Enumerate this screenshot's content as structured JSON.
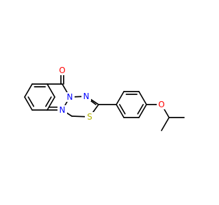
{
  "molecule": {
    "atoms": {
      "O_carbonyl": {
        "symbol": "O",
        "color": "#FF0000"
      },
      "N_ring": {
        "symbol": "N",
        "color": "#0000FF"
      },
      "N_bridge": {
        "symbol": "N",
        "color": "#0000FF"
      },
      "N_azole": {
        "symbol": "N",
        "color": "#0000FF"
      },
      "S": {
        "symbol": "S",
        "color": "#B2B200"
      },
      "O_ether": {
        "symbol": "O",
        "color": "#FF0000"
      }
    },
    "bond_color": "#000000",
    "background": "#FFFFFF"
  }
}
